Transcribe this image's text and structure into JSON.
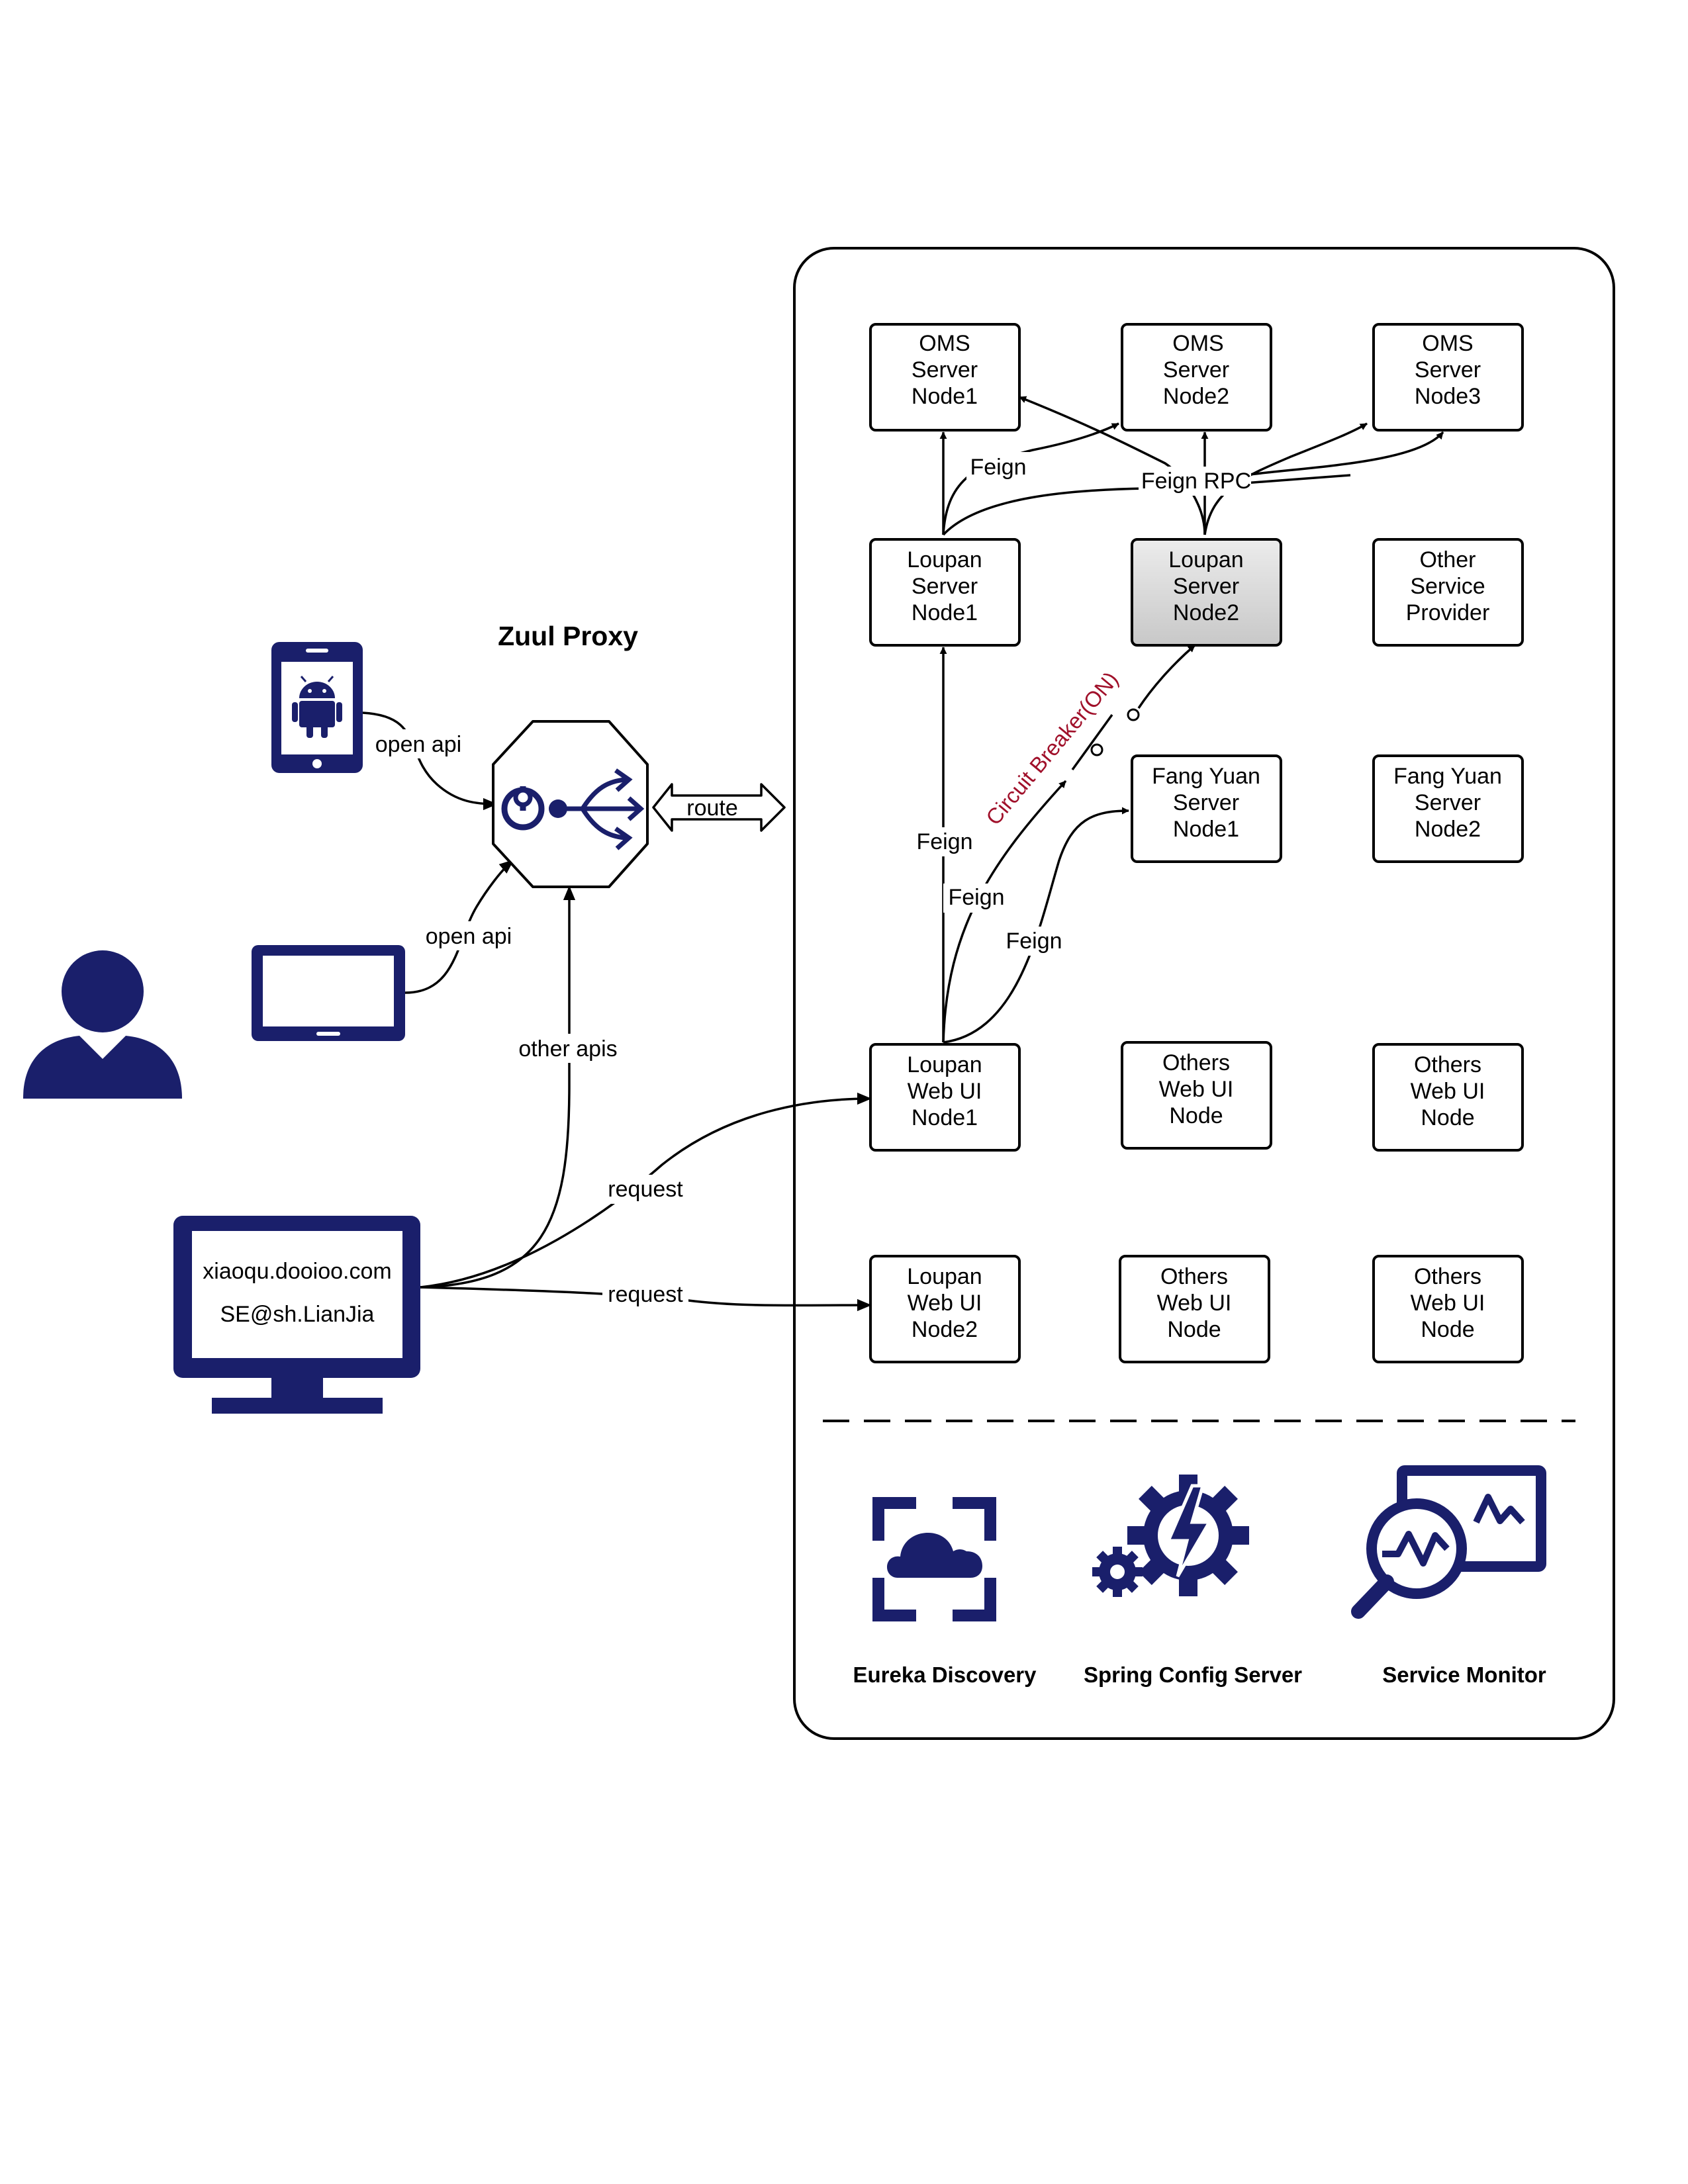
{
  "diagram": {
    "title": "Zuul Proxy",
    "nodes": {
      "oms1": [
        "OMS",
        "Server",
        "Node1"
      ],
      "oms2": [
        "OMS",
        "Server",
        "Node2"
      ],
      "oms3": [
        "OMS",
        "Server",
        "Node3"
      ],
      "loupan_server1": [
        "Loupan",
        "Server",
        "Node1"
      ],
      "loupan_server2": [
        "Loupan",
        "Server",
        "Node2"
      ],
      "other_provider": [
        "Other",
        "Service",
        "Provider"
      ],
      "fangyuan1": [
        "Fang Yuan",
        "Server",
        "Node1"
      ],
      "fangyuan2": [
        "Fang Yuan",
        "Server",
        "Node2"
      ],
      "loupan_web1": [
        "Loupan",
        "Web UI",
        "Node1"
      ],
      "others_web_a": [
        "Others",
        "Web UI",
        "Node"
      ],
      "others_web_b": [
        "Others",
        "Web UI",
        "Node"
      ],
      "loupan_web2": [
        "Loupan",
        "Web UI",
        "Node2"
      ],
      "others_web_c": [
        "Others",
        "Web UI",
        "Node"
      ],
      "others_web_d": [
        "Others",
        "Web UI",
        "Node"
      ]
    },
    "desktop_screen": [
      "xiaoqu.dooioo.com",
      "SE@sh.LianJia"
    ],
    "edge_labels": {
      "open_api_phone": "open api",
      "open_api_tablet": "open api",
      "other_apis": "other apis",
      "route": "route",
      "request_web1": "request",
      "request_web2": "request",
      "feign_oms": "Feign",
      "feign_rpc": "Feign RPC",
      "feign_loupan": "Feign",
      "feign_breaker": "Feign",
      "feign_fangyuan": "Feign",
      "circuit_breaker": "Circuit Breaker(ON)"
    },
    "tools": {
      "eureka": "Eureka Discovery",
      "config": "Spring Config Server",
      "monitor": "Service Monitor"
    },
    "colors": {
      "navy": "#1a1f6b",
      "circuit_breaker": "#a0102a",
      "highlight_node_fill": "#d6d6d6"
    }
  }
}
